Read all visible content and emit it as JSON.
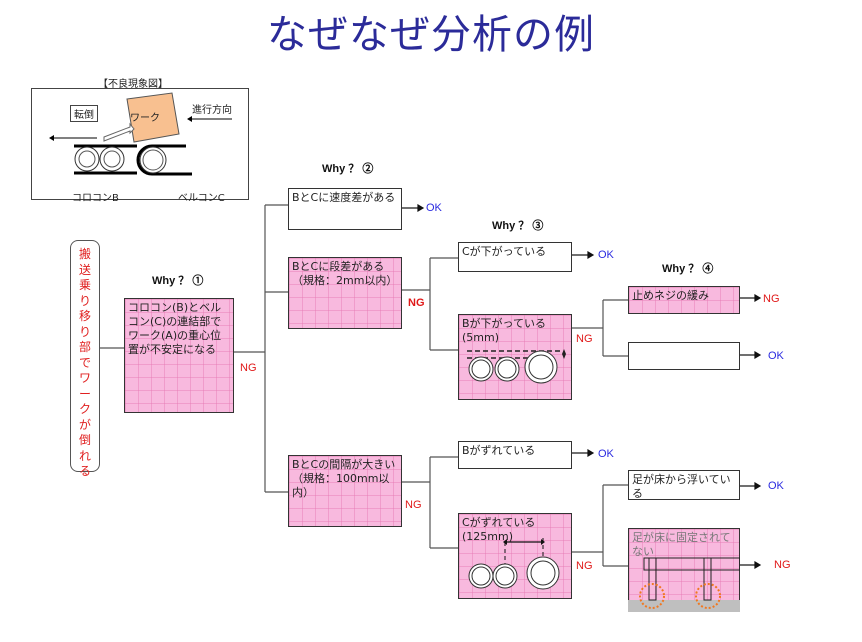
{
  "title": "なぜなぜ分析の例",
  "defect_figure": {
    "caption": "【不良現象図】",
    "fall_label": "転倒",
    "work_label": "ワーク",
    "direction_label": "進行方向",
    "roller_b_label": "コロコンB",
    "belt_c_label": "ベルコンC",
    "work_color": "#f8c090"
  },
  "problem": {
    "chars": [
      "搬",
      "送",
      "乗",
      "り",
      "移",
      "り",
      "部",
      "で",
      "ワ",
      "ー",
      "ク",
      "が",
      "倒",
      "れ",
      "る"
    ],
    "color": "#e02020"
  },
  "why_headers": [
    {
      "label": "Why ？ ①"
    },
    {
      "label": "Why ？ ②"
    },
    {
      "label": "Why ？ ③"
    },
    {
      "label": "Why ？ ④"
    }
  ],
  "why1": {
    "text": "コロコン(B)とベルコン(C)の連結部でワーク(A)の重心位置が不安定になる",
    "verdict": "NG"
  },
  "why2": [
    {
      "text": "BとCに速度差がある",
      "verdict": "OK"
    },
    {
      "text": "BとCに段差がある（規格：2mm以内）",
      "verdict": "NG"
    },
    {
      "text": "BとCの間隔が大きい（規格：100mm以内）",
      "verdict": "NG"
    }
  ],
  "why3": [
    {
      "text": "Cが下がっている",
      "verdict": "OK"
    },
    {
      "text": "Bが下がっている",
      "sub": "(5mm)",
      "verdict": "NG"
    },
    {
      "text": "Bがずれている",
      "verdict": "OK"
    },
    {
      "text": "Cがずれている",
      "sub": "(125mm)",
      "verdict": "NG"
    }
  ],
  "why4": [
    {
      "text": "止めネジの緩み",
      "verdict": "NG"
    },
    {
      "text": "",
      "verdict": "OK"
    },
    {
      "text": "足が床から浮いている",
      "verdict": "OK"
    },
    {
      "text": "足が床に固定されてない",
      "verdict": "NG"
    }
  ],
  "colors": {
    "title": "#2b2b99",
    "ok": "#2a2ae0",
    "ng": "#e01818",
    "pink_box": "#f8b9de",
    "highlight_circle": "#f07820"
  }
}
